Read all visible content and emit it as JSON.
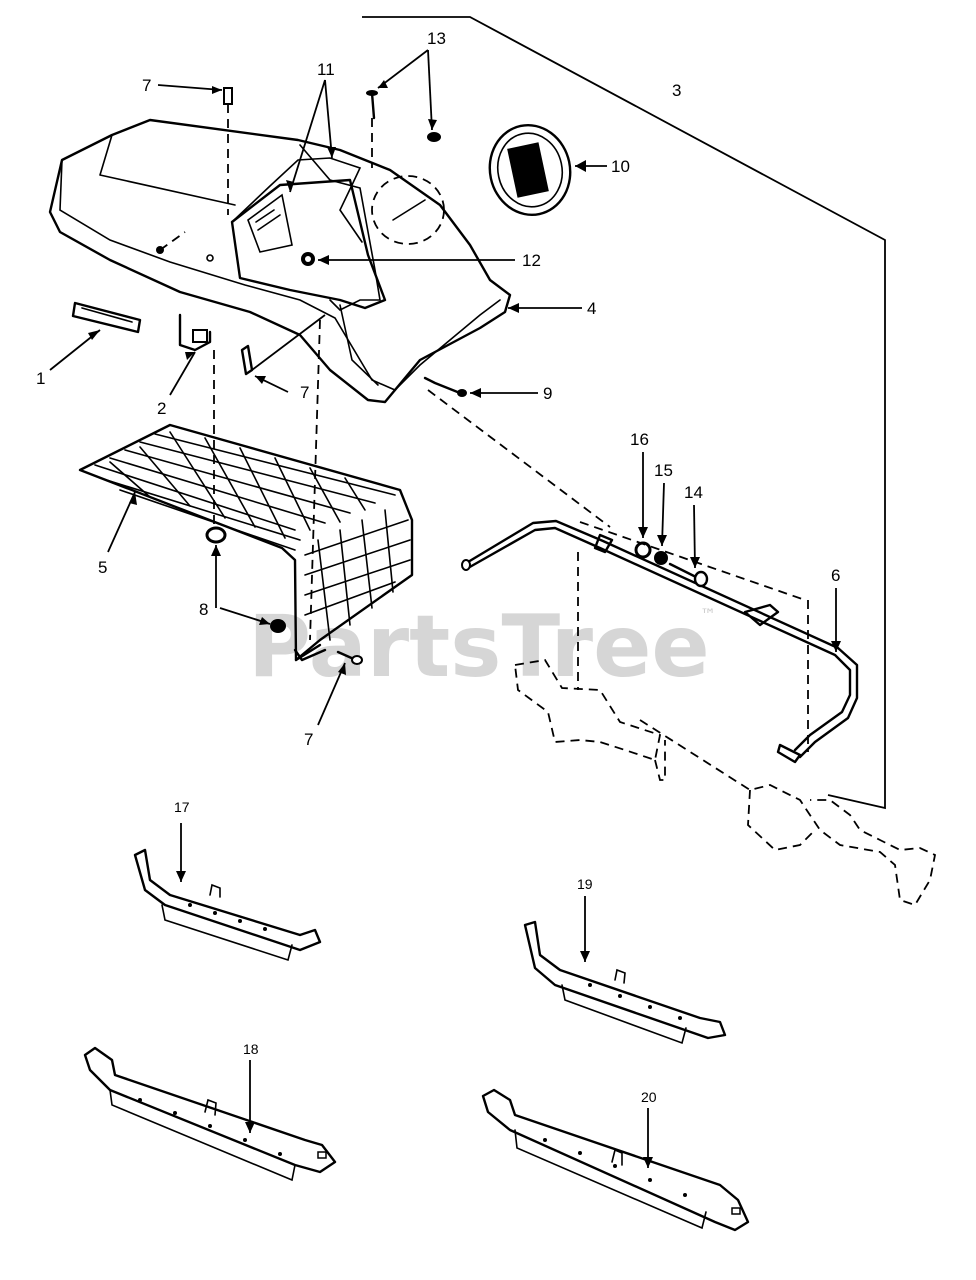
{
  "diagram": {
    "callouts": [
      {
        "id": "c1",
        "label": "1"
      },
      {
        "id": "c2",
        "label": "2"
      },
      {
        "id": "c3",
        "label": "3"
      },
      {
        "id": "c4",
        "label": "4"
      },
      {
        "id": "c5",
        "label": "5"
      },
      {
        "id": "c6",
        "label": "6"
      },
      {
        "id": "c7a",
        "label": "7"
      },
      {
        "id": "c7b",
        "label": "7"
      },
      {
        "id": "c7c",
        "label": "7"
      },
      {
        "id": "c8",
        "label": "8"
      },
      {
        "id": "c9",
        "label": "9"
      },
      {
        "id": "c10",
        "label": "10"
      },
      {
        "id": "c11",
        "label": "11"
      },
      {
        "id": "c12",
        "label": "12"
      },
      {
        "id": "c13",
        "label": "13"
      },
      {
        "id": "c14",
        "label": "14"
      },
      {
        "id": "c15",
        "label": "15"
      },
      {
        "id": "c16",
        "label": "16"
      },
      {
        "id": "c17",
        "label": "17"
      },
      {
        "id": "c18",
        "label": "18"
      },
      {
        "id": "c19",
        "label": "19"
      },
      {
        "id": "c20",
        "label": "20"
      }
    ],
    "watermark": "PartsTree",
    "watermark_tm": "™"
  }
}
